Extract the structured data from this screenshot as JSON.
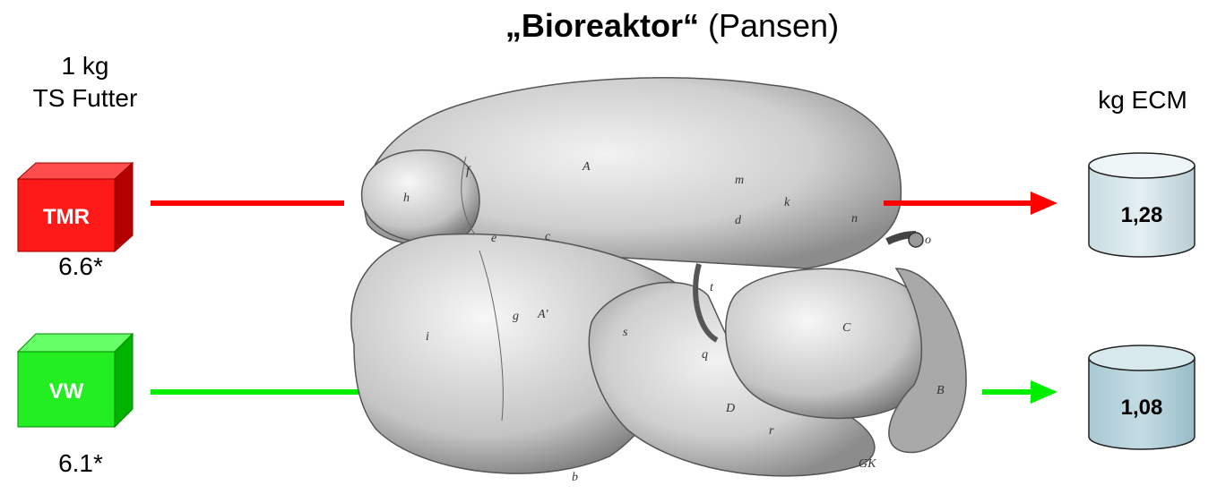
{
  "title": {
    "bold": "„Bioreaktor“",
    "rest": " (Pansen)"
  },
  "input_header_line1": "1 kg",
  "input_header_line2": "TS Futter",
  "output_header": "kg ECM",
  "rows": [
    {
      "feed": "TMR",
      "feed_value": "6.6*",
      "output": "1,28",
      "color": "#ff0000",
      "dark": "#cc0000"
    },
    {
      "feed": "VW",
      "feed_value": "6.1*",
      "output": "1,08",
      "color": "#00dd00",
      "dark": "#00a000"
    }
  ],
  "organ_labels": [
    "A",
    "A'",
    "B",
    "C",
    "D",
    "b",
    "c",
    "d",
    "e",
    "f",
    "g",
    "h",
    "i",
    "k",
    "m",
    "n",
    "o",
    "q",
    "r",
    "s",
    "t",
    "GK"
  ]
}
